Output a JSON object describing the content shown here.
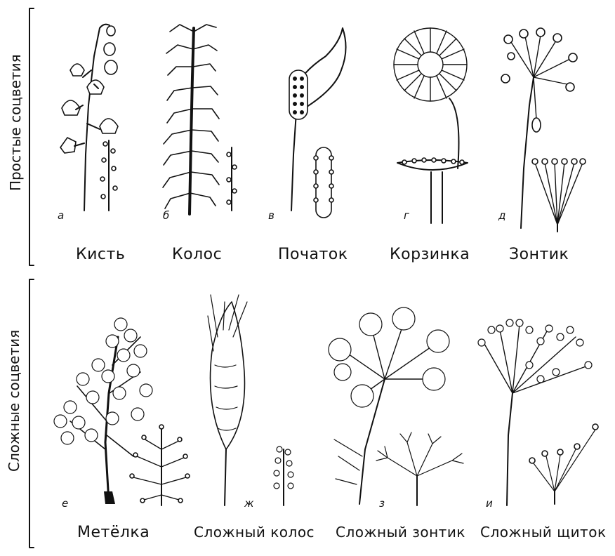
{
  "groups": {
    "simple": "Простые соцветия",
    "complex": "Сложные соцветия"
  },
  "simple": [
    {
      "letter": "а",
      "name": "Кисть"
    },
    {
      "letter": "б",
      "name": "Колос"
    },
    {
      "letter": "в",
      "name": "Початок"
    },
    {
      "letter": "г",
      "name": "Корзинка"
    },
    {
      "letter": "д",
      "name": "Зонтик"
    }
  ],
  "complex": [
    {
      "letter": "е",
      "name": "Метёлка"
    },
    {
      "letter": "ж",
      "name": "Сложный колос"
    },
    {
      "letter": "з",
      "name": "Сложный зонтик"
    },
    {
      "letter": "и",
      "name": "Сложный щиток"
    }
  ]
}
